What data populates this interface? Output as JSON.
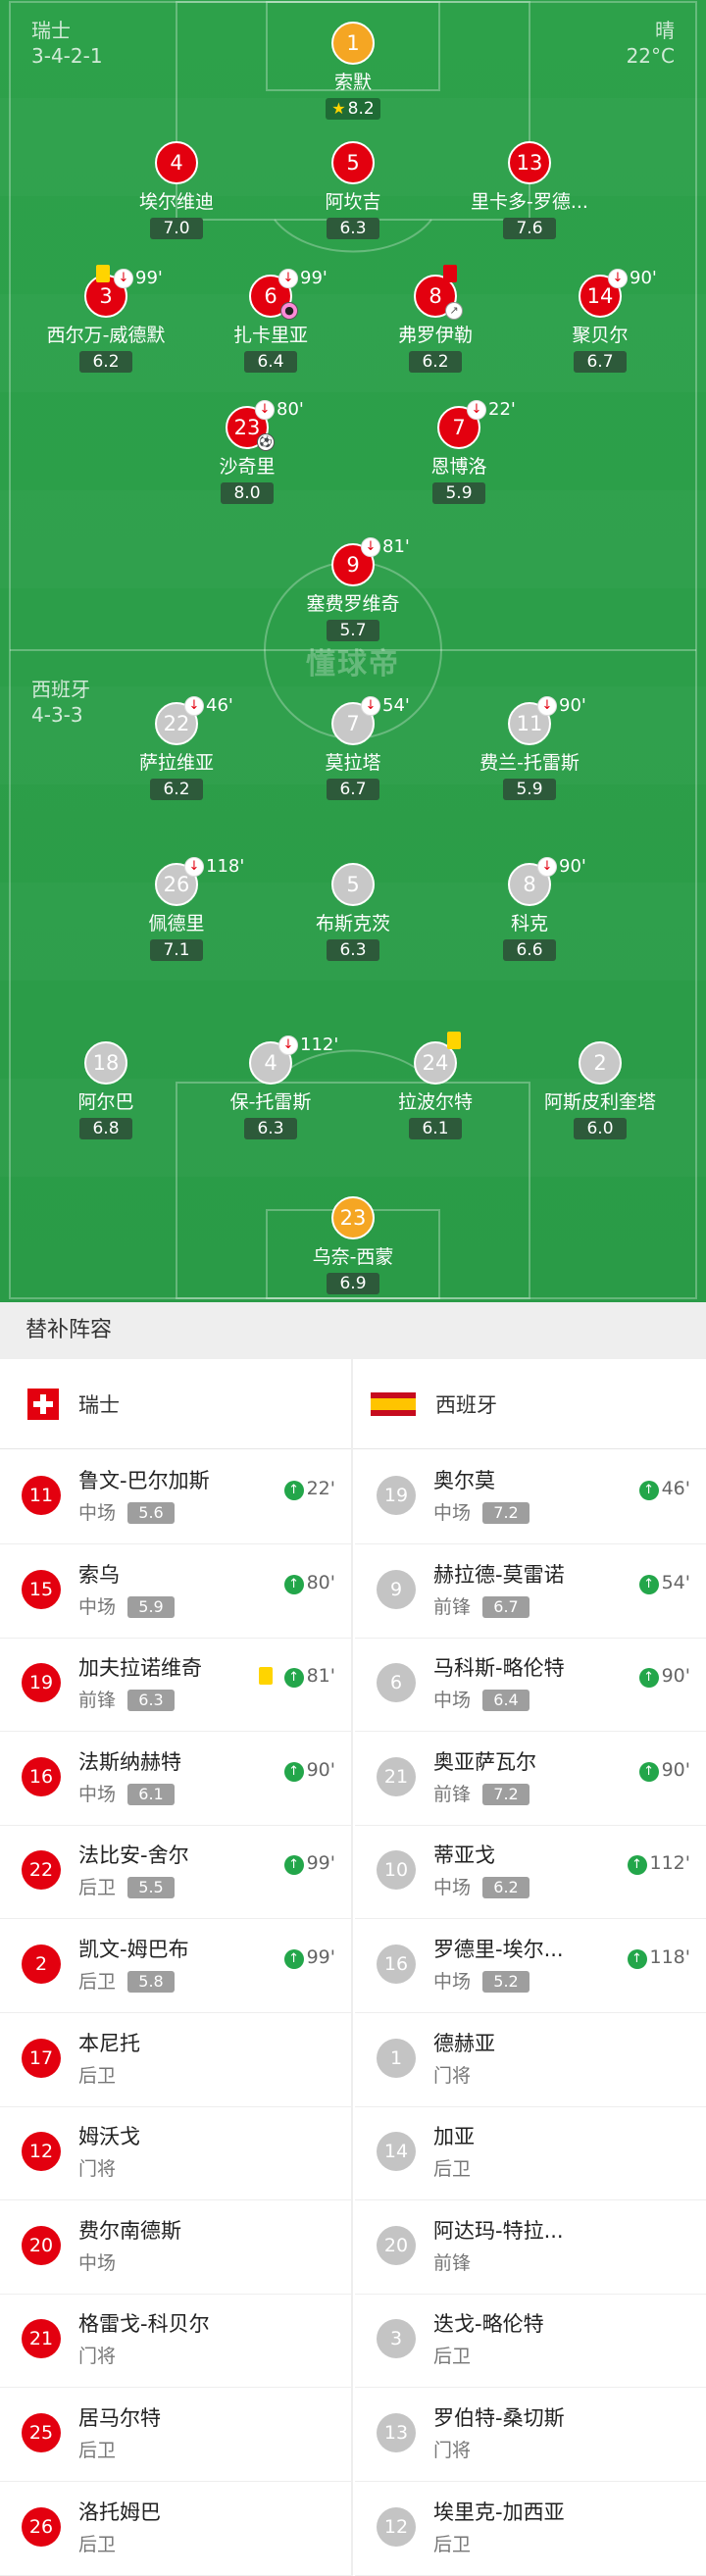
{
  "pitch": {
    "home": {
      "name": "瑞士",
      "formation": "3-4-2-1",
      "weather": "晴",
      "temperature": "22°C"
    },
    "away": {
      "name": "西班牙",
      "formation": "4-3-3"
    },
    "watermark": "懂球帝",
    "home_players": [
      {
        "num": "1",
        "name": "索默",
        "rating": "8.2",
        "star": true,
        "gk": true
      },
      {
        "num": "4",
        "name": "埃尔维迪",
        "rating": "7.0"
      },
      {
        "num": "5",
        "name": "阿坎吉",
        "rating": "6.3"
      },
      {
        "num": "13",
        "name": "里卡多-罗德...",
        "rating": "7.6"
      },
      {
        "num": "3",
        "name": "西尔万-威德默",
        "rating": "6.2",
        "yellow": true,
        "sub_off": "99'"
      },
      {
        "num": "6",
        "name": "扎卡里亚",
        "rating": "6.4",
        "sub_off": "99'",
        "assist": true
      },
      {
        "num": "8",
        "name": "弗罗伊勒",
        "rating": "6.2",
        "red": true,
        "own_goal_mark": true
      },
      {
        "num": "14",
        "name": "聚贝尔",
        "rating": "6.7",
        "sub_off": "90'"
      },
      {
        "num": "23",
        "name": "沙奇里",
        "rating": "8.0",
        "sub_off": "80'",
        "goal": true
      },
      {
        "num": "7",
        "name": "恩博洛",
        "rating": "5.9",
        "sub_off": "22'"
      }
    ],
    "away_players": [
      {
        "num": "9",
        "name": "塞费罗维奇",
        "rating": "5.7",
        "sub_off": "81'"
      },
      {
        "num": "22",
        "name": "萨拉维亚",
        "rating": "6.2",
        "sub_off": "46'"
      },
      {
        "num": "7",
        "name": "莫拉塔",
        "rating": "6.7",
        "sub_off": "54'"
      },
      {
        "num": "11",
        "name": "费兰-托雷斯",
        "rating": "5.9",
        "sub_off": "90'"
      },
      {
        "num": "26",
        "name": "佩德里",
        "rating": "7.1",
        "sub_off": "118'"
      },
      {
        "num": "5",
        "name": "布斯克茨",
        "rating": "6.3"
      },
      {
        "num": "8",
        "name": "科克",
        "rating": "6.6",
        "sub_off": "90'"
      },
      {
        "num": "18",
        "name": "阿尔巴",
        "rating": "6.8"
      },
      {
        "num": "4",
        "name": "保-托雷斯",
        "rating": "6.3",
        "sub_off": "112'"
      },
      {
        "num": "24",
        "name": "拉波尔特",
        "rating": "6.1",
        "yellow": true
      },
      {
        "num": "2",
        "name": "阿斯皮利奎塔",
        "rating": "6.0"
      },
      {
        "num": "23",
        "name": "乌奈-西蒙",
        "rating": "6.9",
        "gk": true
      }
    ]
  },
  "subs": {
    "title": "替补阵容",
    "home_team": "瑞士",
    "away_team": "西班牙",
    "home": [
      {
        "num": "11",
        "name": "鲁文-巴尔加斯",
        "pos": "中场",
        "rating": "5.6",
        "in": "22'"
      },
      {
        "num": "15",
        "name": "索乌",
        "pos": "中场",
        "rating": "5.9",
        "in": "80'"
      },
      {
        "num": "19",
        "name": "加夫拉诺维奇",
        "pos": "前锋",
        "rating": "6.3",
        "in": "81'",
        "yellow": true
      },
      {
        "num": "16",
        "name": "法斯纳赫特",
        "pos": "中场",
        "rating": "6.1",
        "in": "90'"
      },
      {
        "num": "22",
        "name": "法比安-舍尔",
        "pos": "后卫",
        "rating": "5.5",
        "in": "99'"
      },
      {
        "num": "2",
        "name": "凯文-姆巴布",
        "pos": "后卫",
        "rating": "5.8",
        "in": "99'"
      },
      {
        "num": "17",
        "name": "本尼托",
        "pos": "后卫"
      },
      {
        "num": "12",
        "name": "姆沃戈",
        "pos": "门将"
      },
      {
        "num": "20",
        "name": "费尔南德斯",
        "pos": "中场"
      },
      {
        "num": "21",
        "name": "格雷戈-科贝尔",
        "pos": "门将"
      },
      {
        "num": "25",
        "name": "居马尔特",
        "pos": "后卫"
      },
      {
        "num": "26",
        "name": "洛托姆巴",
        "pos": "后卫"
      }
    ],
    "away": [
      {
        "num": "19",
        "name": "奥尔莫",
        "pos": "中场",
        "rating": "7.2",
        "in": "46'"
      },
      {
        "num": "9",
        "name": "赫拉德-莫雷诺",
        "pos": "前锋",
        "rating": "6.7",
        "in": "54'"
      },
      {
        "num": "6",
        "name": "马科斯-略伦特",
        "pos": "中场",
        "rating": "6.4",
        "in": "90'"
      },
      {
        "num": "21",
        "name": "奥亚萨瓦尔",
        "pos": "前锋",
        "rating": "7.2",
        "in": "90'"
      },
      {
        "num": "10",
        "name": "蒂亚戈",
        "pos": "中场",
        "rating": "6.2",
        "in": "112'"
      },
      {
        "num": "16",
        "name": "罗德里-埃尔...",
        "pos": "中场",
        "rating": "5.2",
        "in": "118'"
      },
      {
        "num": "1",
        "name": "德赫亚",
        "pos": "门将"
      },
      {
        "num": "14",
        "name": "加亚",
        "pos": "后卫"
      },
      {
        "num": "20",
        "name": "阿达玛-特拉...",
        "pos": "前锋"
      },
      {
        "num": "3",
        "name": "迭戈-略伦特",
        "pos": "后卫"
      },
      {
        "num": "13",
        "name": "罗伯特-桑切斯",
        "pos": "门将"
      },
      {
        "num": "12",
        "name": "埃里克-加西亚",
        "pos": "后卫"
      }
    ]
  }
}
